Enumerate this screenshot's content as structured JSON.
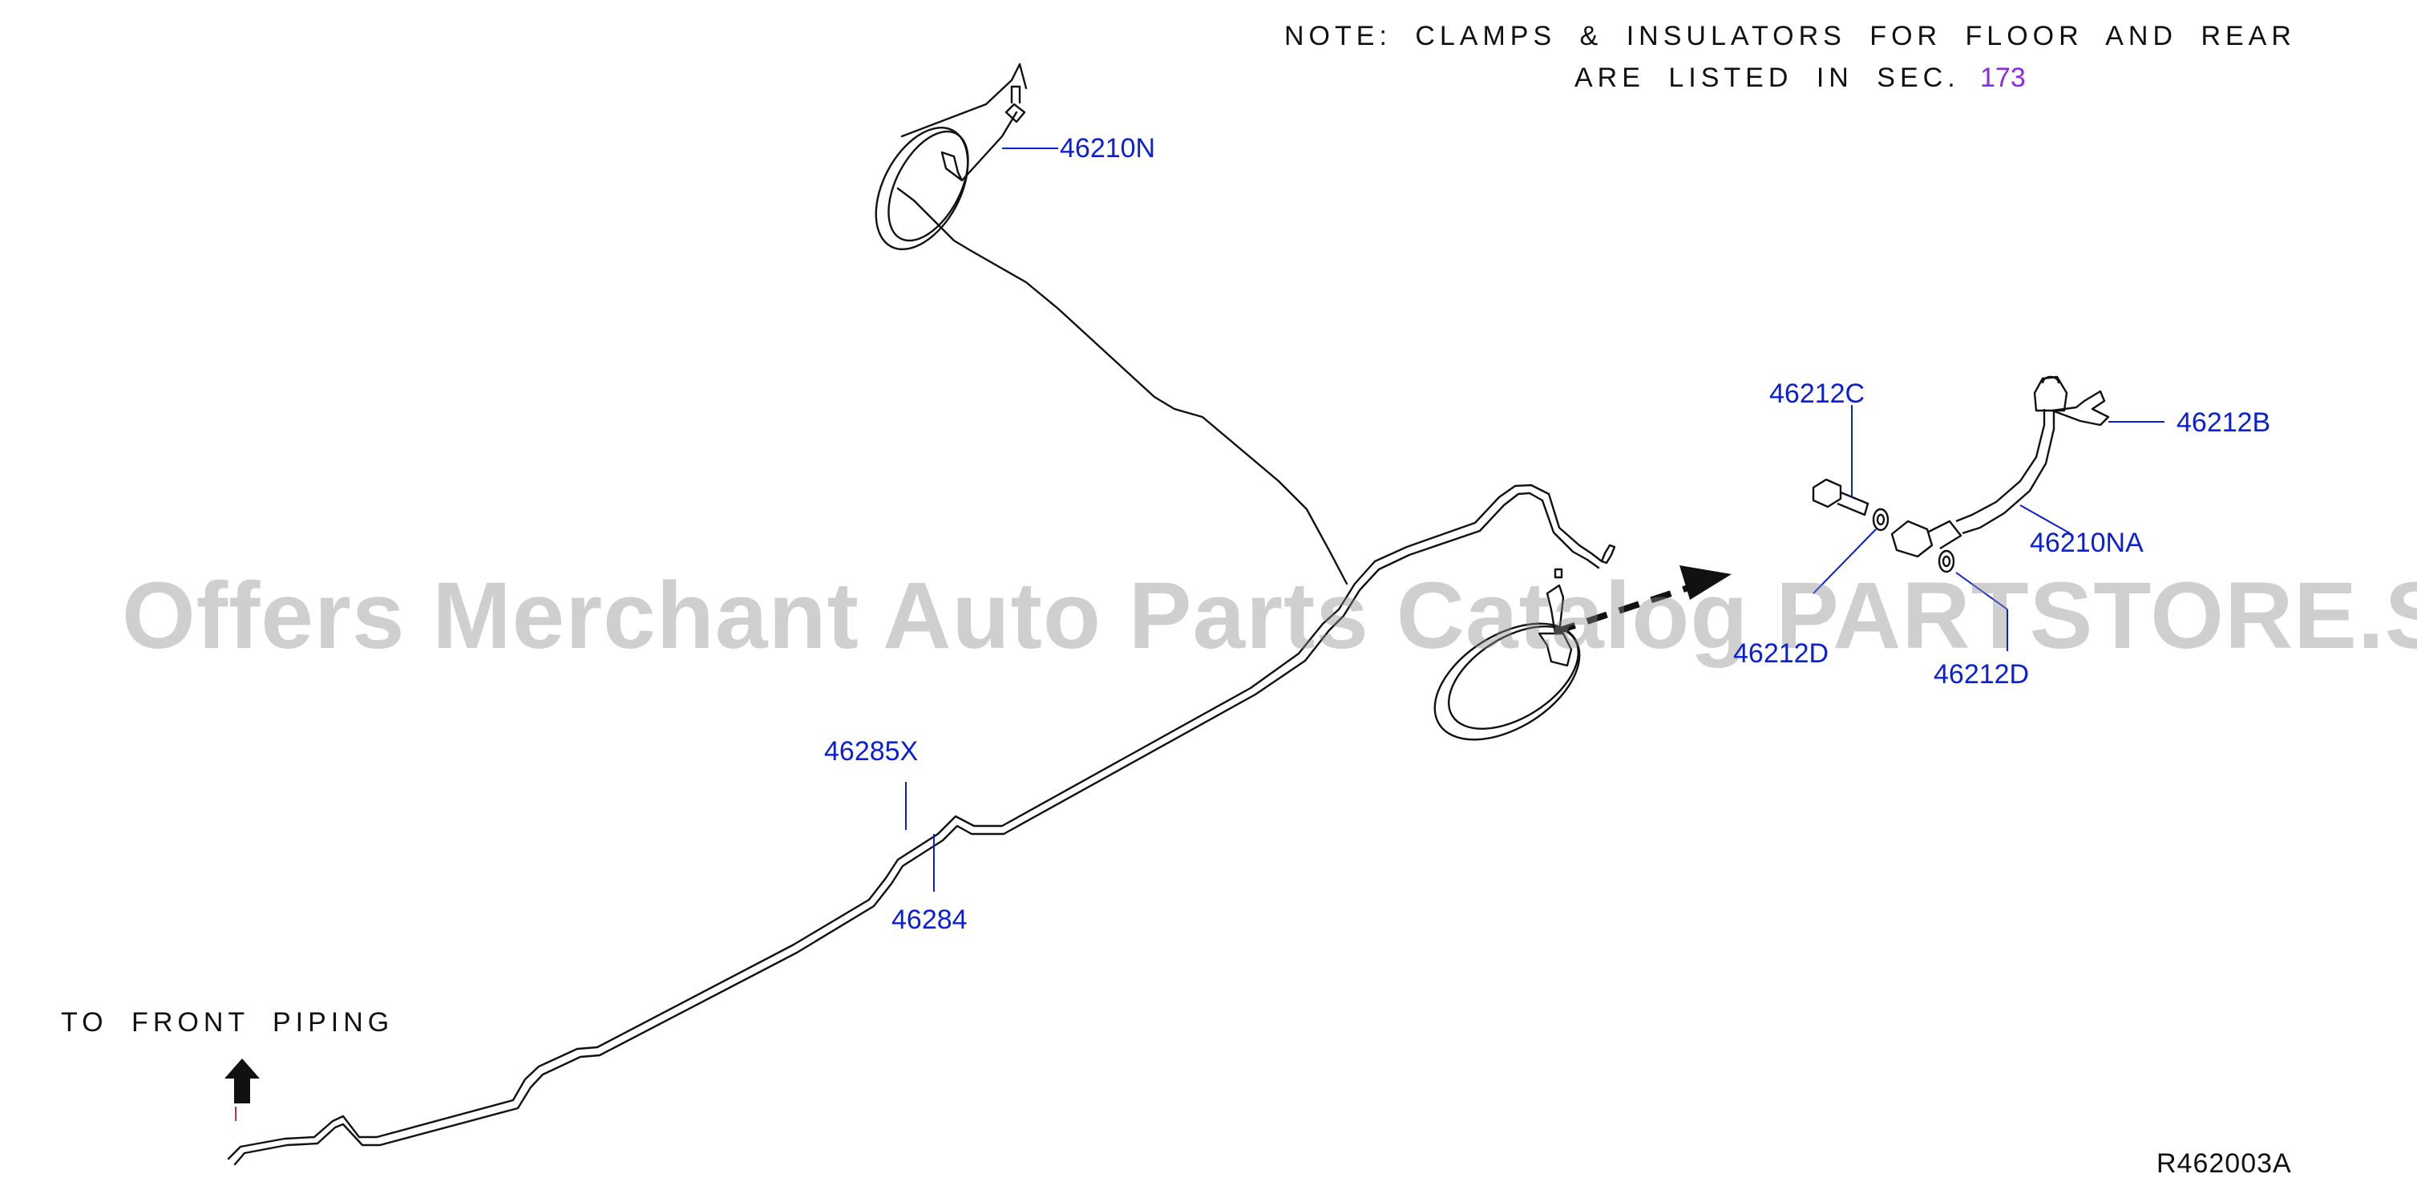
{
  "note": {
    "line1": "NOTE:  CLAMPS  &  INSULATORS  FOR  FLOOR  AND  REAR",
    "line2": "ARE  LISTED  IN  SEC.",
    "section_ref": "173"
  },
  "caption": "TO  FRONT  PIPING",
  "diagram_code": "R462003A",
  "watermark": "Offers Merchant Auto Parts Catalog PARTSTORE.SA",
  "labels": {
    "p46210N": "46210N",
    "p46212C": "46212C",
    "p46212B": "46212B",
    "p46210NA": "46210NA",
    "p46212D_left": "46212D",
    "p46212D_right": "46212D",
    "p46285X": "46285X",
    "p46284": "46284"
  },
  "colors": {
    "label": "#0b1fd6",
    "section_ref": "#8a2be2",
    "line": "#111111",
    "watermark": "#8c8c8c"
  }
}
